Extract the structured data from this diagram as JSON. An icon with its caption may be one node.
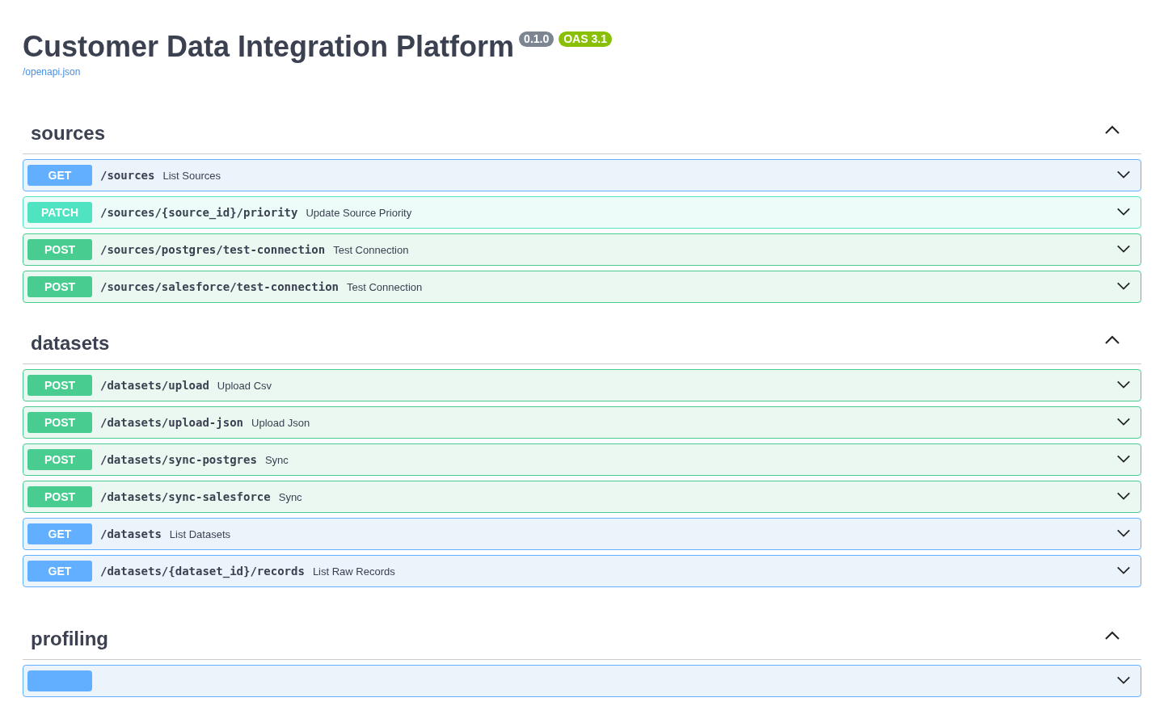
{
  "diagram": {
    "title": "Customer Data Integration Platform",
    "nodes": [
      {
        "text": [
          "0.1.0"
        ]
      },
      {
        "text": [
          "OAS 3.1"
        ]
      },
      {
        "text": [
          "sources"
        ]
      },
      {
        "text": [
          "/sources",
          "List Sources"
        ],
        "in": 2
      },
      {
        "text": [
          "GET"
        ],
        "in": 3
      },
      {
        "text": [
          "/sources/{source_id}/priority",
          "Update Source Priority"
        ],
        "in": 2
      },
      {
        "text": [
          "PATCH"
        ],
        "in": 5
      },
      {
        "text": [
          "/sources/postgres/test-connection",
          "Test Connection"
        ],
        "in": 2
      },
      {
        "text": [
          "POST"
        ],
        "in": 7
      },
      {
        "text": [
          "/sources/salesforce/test-connection",
          "Test Connection"
        ],
        "in": 2
      },
      {
        "text": [
          "POST"
        ],
        "in": 9
      },
      {
        "text": [
          "datasets"
        ]
      },
      {
        "text": [
          "/datasets/upload",
          "Upload Csv"
        ],
        "in": 11
      },
      {
        "text": [
          "POST"
        ],
        "in": 12
      },
      {
        "text": [
          "/datasets/upload-json",
          "Upload Json"
        ],
        "in": 11
      },
      {
        "text": [
          "POST"
        ],
        "in": 14
      },
      {
        "text": [
          "/datasets/sync-postgres",
          "Sync"
        ],
        "in": 11
      },
      {
        "text": [
          "POST"
        ],
        "in": 16
      },
      {
        "text": [
          "/datasets/sync-salesforce",
          "Sync"
        ],
        "in": 11
      },
      {
        "text": [
          "POST"
        ],
        "in": 18
      },
      {
        "text": [
          "/datasets",
          "List Datasets"
        ],
        "in": 11
      },
      {
        "text": [
          "GET"
        ],
        "in": 20
      },
      {
        "text": [
          "/datasets/{dataset_id}/records",
          "List Raw Records"
        ],
        "in": 11
      },
      {
        "text": [
          "GET"
        ],
        "in": 22
      },
      {
        "text": [
          "profiling"
        ]
      },
      {
        "text": [],
        "shape": "box",
        "in": 24
      },
      {
        "text": [],
        "shape": "box",
        "in": 25
      }
    ],
    "labels": [
      "/openapi.json"
    ]
  }
}
